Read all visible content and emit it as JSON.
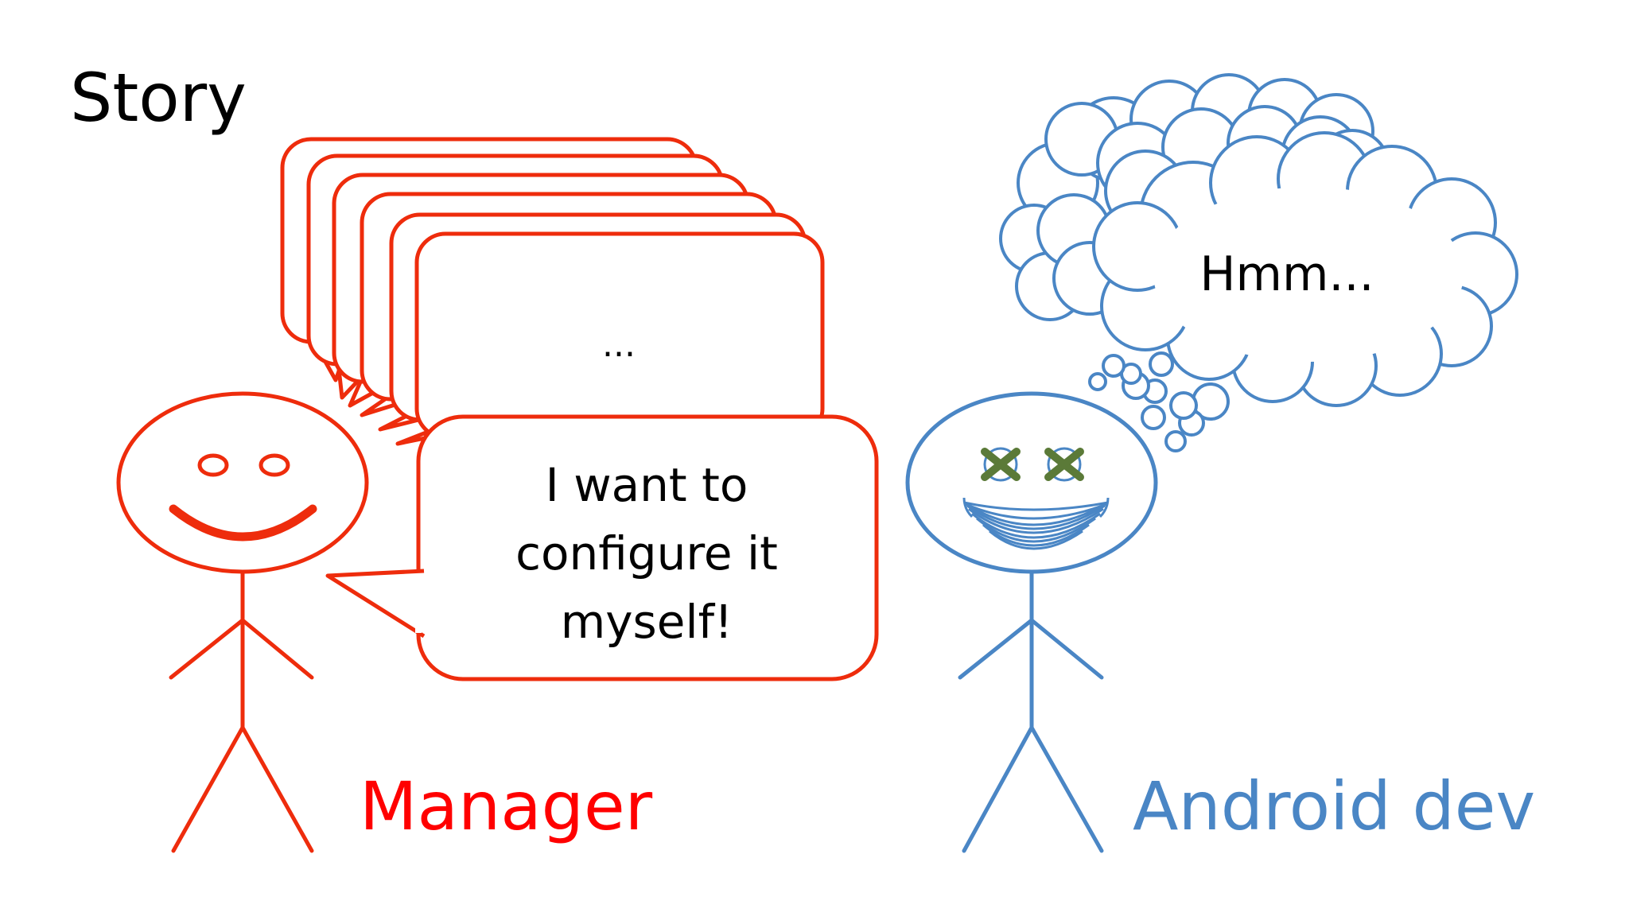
{
  "slide": {
    "title": "Story"
  },
  "manager": {
    "label": "Manager",
    "speech_main": [
      "I want to",
      "configure it",
      "myself!"
    ],
    "speech_back": "..."
  },
  "android_dev": {
    "label": "Android dev",
    "thought": "Hmm..."
  },
  "colors": {
    "manager": "#ee2c0c",
    "manager_label": "#ff0000",
    "android_dev": "#4a86c5",
    "eyes_x": "#5b7a38",
    "text": "#000000",
    "background": "#ffffff"
  },
  "icons": {
    "manager_face": "smiley-face-icon",
    "dev_face": "dizzy-face-icon",
    "thought": "thought-cloud-icon",
    "speech": "speech-bubble-icon"
  }
}
